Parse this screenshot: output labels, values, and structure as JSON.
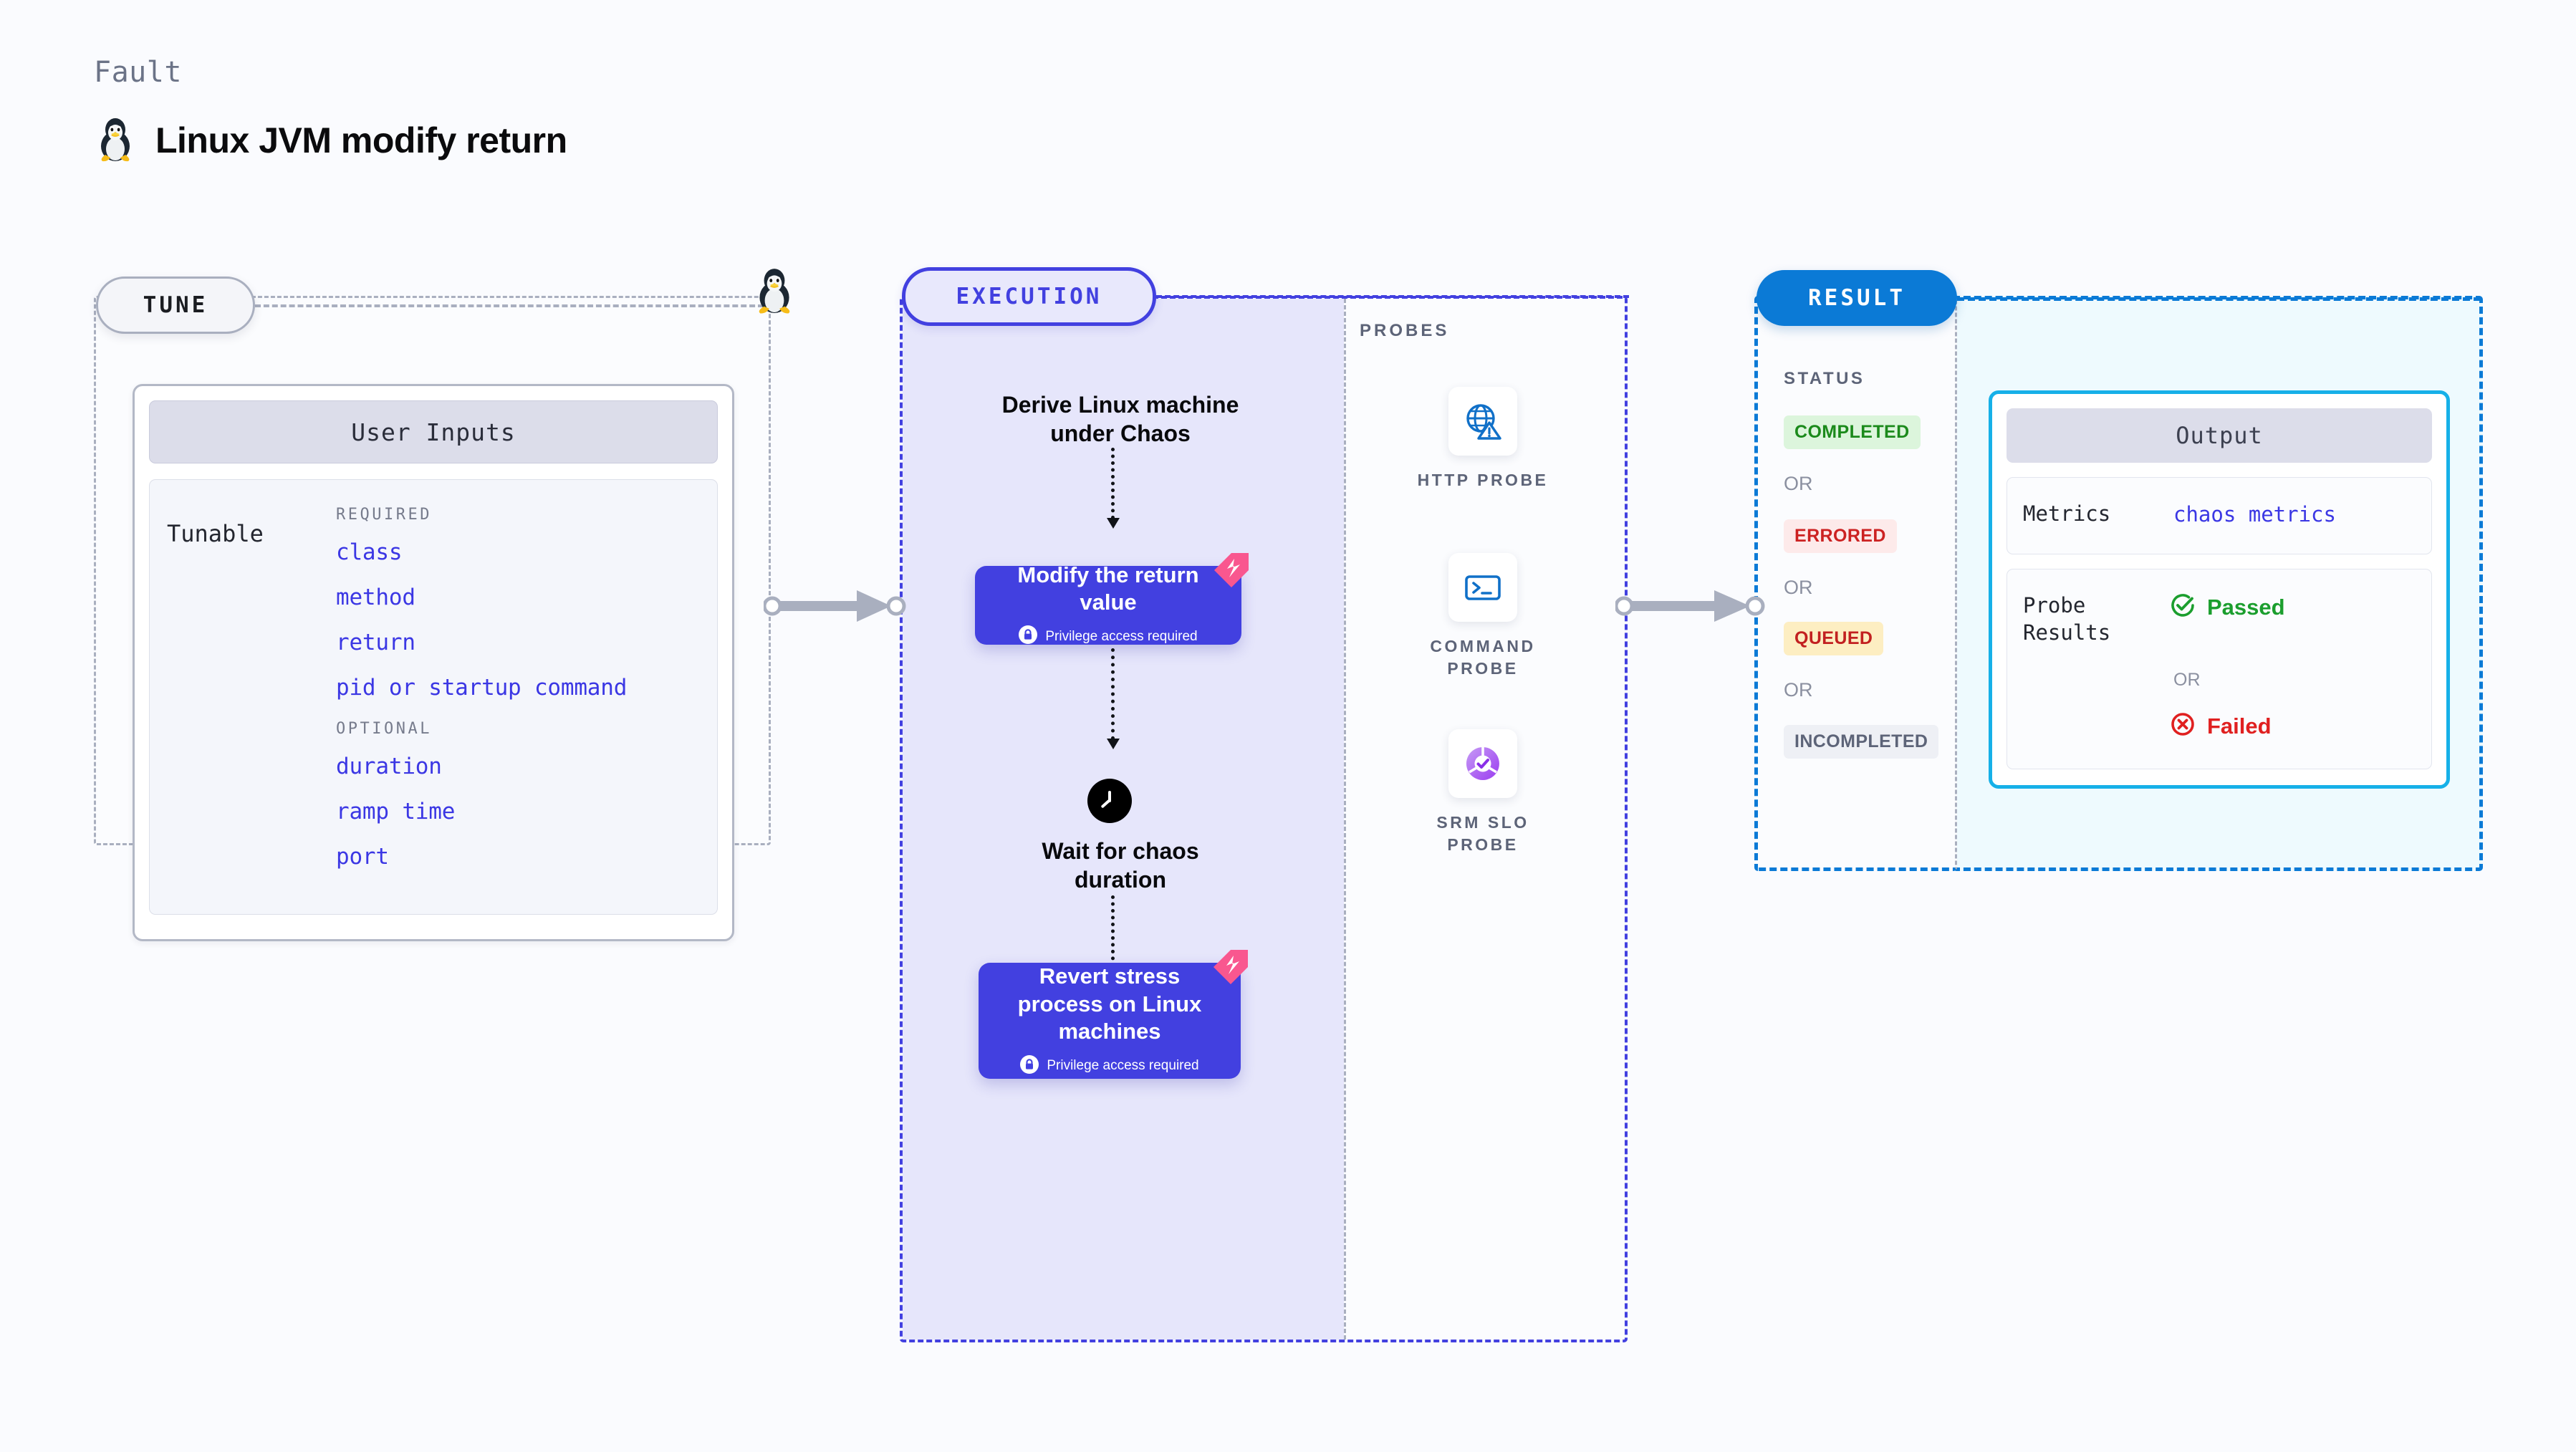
{
  "header": {
    "kicker": "Fault",
    "title": "Linux JVM modify return",
    "icon": "tux-penguin-icon"
  },
  "tune": {
    "pill_label": "TUNE",
    "card_title": "User Inputs",
    "tunable_label": "Tunable",
    "groups": [
      {
        "heading": "REQUIRED",
        "items": [
          "class",
          "method",
          "return",
          "pid or startup command"
        ]
      },
      {
        "heading": "OPTIONAL",
        "items": [
          "duration",
          "ramp time",
          "port"
        ]
      }
    ]
  },
  "execution": {
    "pill_label": "EXECUTION",
    "steps": [
      {
        "type": "text",
        "label": "Derive Linux machine\nunder Chaos"
      },
      {
        "type": "action",
        "label": "Modify the return\nvalue",
        "privilege": "Privilege access required"
      },
      {
        "type": "wait",
        "label": "Wait for chaos\nduration",
        "icon": "clock-icon"
      },
      {
        "type": "action",
        "label": "Revert stress\nprocess on Linux\nmachines",
        "privilege": "Privilege access required"
      }
    ]
  },
  "probes": {
    "label": "PROBES",
    "items": [
      {
        "name": "HTTP PROBE",
        "icon": "globe-warning-icon"
      },
      {
        "name": "COMMAND PROBE",
        "icon": "terminal-icon"
      },
      {
        "name": "SRM SLO PROBE",
        "icon": "slo-donut-check-icon"
      }
    ]
  },
  "result": {
    "pill_label": "RESULT",
    "status_label": "STATUS",
    "or_label": "OR",
    "statuses": [
      {
        "label": "COMPLETED",
        "bg": "#dcf5dc",
        "fg": "#1b8a1b"
      },
      {
        "label": "ERRORED",
        "bg": "#fdeaea",
        "fg": "#cc2222"
      },
      {
        "label": "QUEUED",
        "bg": "#fdeec2",
        "fg": "#c22020"
      },
      {
        "label": "INCOMPLETED",
        "bg": "#eef0f5",
        "fg": "#5d6478"
      }
    ],
    "output": {
      "title": "Output",
      "metrics_key": "Metrics",
      "metrics_value": "chaos metrics",
      "probe_results_key": "Probe\nResults",
      "passed_label": "Passed",
      "failed_label": "Failed",
      "or_label": "OR"
    }
  },
  "colors": {
    "accent_purple": "#4240e0",
    "accent_blue": "#0b7ad6",
    "accent_cyan": "#16b0e8",
    "pink_flag": "#f9578f",
    "green": "#1b9e2e",
    "red": "#e02020"
  }
}
